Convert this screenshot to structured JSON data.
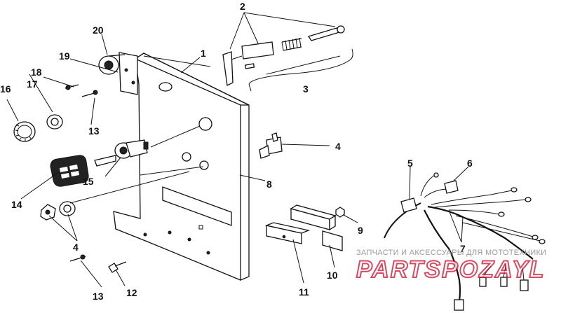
{
  "callouts": {
    "c1": "1",
    "c2": "2",
    "c3": "3",
    "c4a": "4",
    "c4b": "4",
    "c5": "5",
    "c6": "6",
    "c7": "7",
    "c8": "8",
    "c9": "9",
    "c10": "10",
    "c11": "11",
    "c12": "12",
    "c13a": "13",
    "c13b": "13",
    "c14": "14",
    "c15": "15",
    "c16": "16",
    "c17": "17",
    "c18": "18",
    "c19": "19",
    "c20": "20"
  },
  "watermark": {
    "tagline": "ЗАПЧАСТИ И АКСЕССУАРЫ ДЛЯ МОТОТЕХНИКИ",
    "brand": "PARTSPOZAYL"
  },
  "colors": {
    "line": "#111111",
    "watermark_red": "#c8102e",
    "watermark_gray": "#9a9a9a"
  }
}
